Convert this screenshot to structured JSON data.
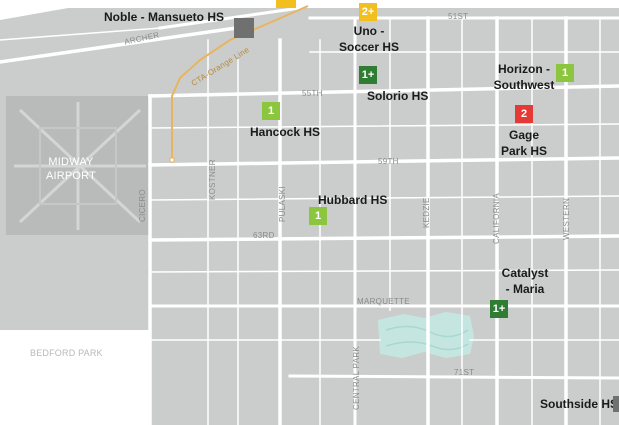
{
  "map": {
    "colors": {
      "land": "#cbcdcc",
      "road": "#ffffff",
      "airport": "#b9bbba",
      "park": "#c5e6e0",
      "rail": "#e9b45f",
      "tier_1": "#8cc63f",
      "tier_1_plus": "#2e7d32",
      "tier_2": "#e53935",
      "tier_2_plus": "#f2c01e",
      "unrated": "#707070"
    },
    "streets": {
      "archer": "ARCHER",
      "cta_orange": "CTA-Orange Line",
      "s51": "51ST",
      "s55": "55TH",
      "s59": "59TH",
      "s63": "63RD",
      "marquette": "MARQUETTE",
      "s71": "71ST",
      "cicero": "CICERO",
      "kostner": "KOSTNER",
      "pulaski": "PULASKI",
      "kedzie": "KEDZIE",
      "california": "CALIFORNIA",
      "western": "WESTERN",
      "central_park": "CENTRAL PARK"
    },
    "areas": {
      "midway_1": "MIDWAY",
      "midway_2": "AIRPORT",
      "bedford_park": "BEDFORD PARK"
    },
    "schools": {
      "noble": {
        "name": "Noble - Mansueto HS",
        "rating": ""
      },
      "uno": {
        "name_line1": "Uno -",
        "name_line2": "Soccer HS",
        "rating": "2+"
      },
      "solorio": {
        "name": "Solorio HS",
        "rating": "1+"
      },
      "horizon": {
        "name_line1": "Horizon -",
        "name_line2": "Southwest",
        "rating": "1"
      },
      "hancock": {
        "name": "Hancock HS",
        "rating": "1"
      },
      "gage": {
        "name_line1": "Gage",
        "name_line2": "Park HS",
        "rating": "2"
      },
      "hubbard": {
        "name": "Hubbard HS",
        "rating": "1"
      },
      "catalyst": {
        "name_line1": "Catalyst",
        "name_line2": "- Maria",
        "rating": "1+"
      },
      "southside": {
        "name": "Southside HS",
        "rating": ""
      }
    }
  }
}
